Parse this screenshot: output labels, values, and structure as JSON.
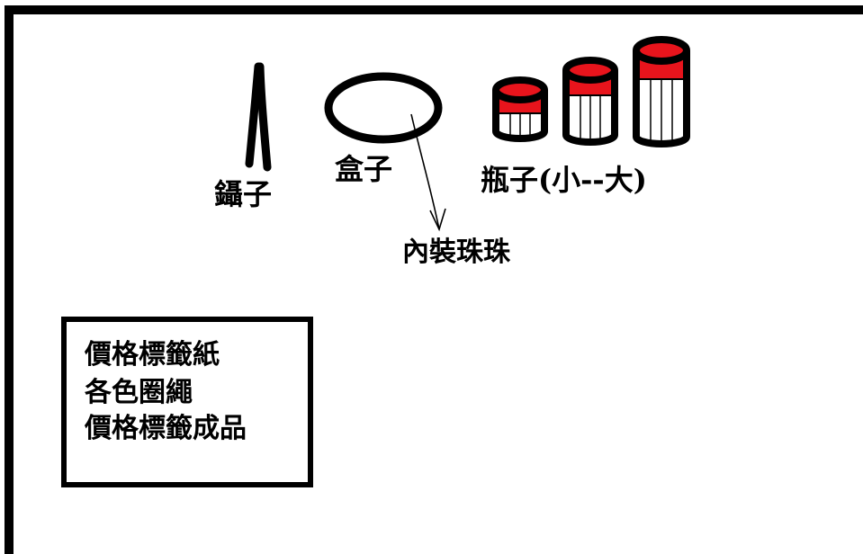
{
  "colors": {
    "ink": "#000000",
    "background": "#ffffff",
    "bottle_cap": "#e8141c"
  },
  "items": {
    "tweezers": {
      "label": "鑷子",
      "icon": "tweezers-icon"
    },
    "box": {
      "label": "盒子",
      "icon": "box-icon"
    },
    "bottles": {
      "label": "瓶子(小--大)",
      "icon": "bottle-icon"
    },
    "beads": {
      "label": "內裝珠珠"
    }
  },
  "materials": {
    "lines": [
      "價格標籤紙",
      "各色圈繩",
      "價格標籤成品"
    ]
  }
}
